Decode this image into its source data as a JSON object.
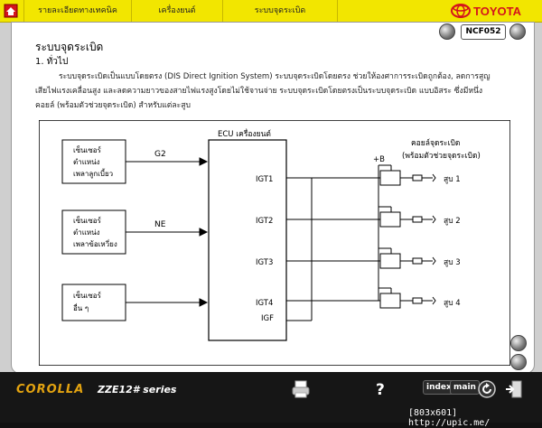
{
  "topbar": {
    "menu": [
      "รายละเอียดทางเทคนิค",
      "เครื่องยนต์",
      "ระบบจุดระเบิด",
      ""
    ],
    "logo_text": "TOYOTA"
  },
  "doc": {
    "code": "NCF052",
    "title": "ระบบจุดระเบิด",
    "section": "1.  ทั่วไป",
    "body": "ระบบจุดระเบิดเป็นแบบโดยตรง (DIS Direct Ignition System) ระบบจุดระเบิดโดยตรง ช่วยให้องศาการระเบิดถูกต้อง, ลดการสูญเสียไฟแรงเคลื่อนสูง และลดความยาวของสายไฟแรงสูงโดยไม่ใช้จานจ่าย ระบบจุดระเบิดโดยตรงเป็นระบบจุดระเบิด แบบอิสระ ซึ่งมีหนึ่งคอยล์ (พร้อมตัวช่วยจุดระเบิด) สำหรับแต่ละสูบ"
  },
  "diagram": {
    "sensors": [
      [
        "เซ็นเซอร์",
        "ตำแหน่ง",
        "เพลาลูกเบี้ยว"
      ],
      [
        "เซ็นเซอร์",
        "ตำแหน่ง",
        "เพลาข้อเหวี่ยง"
      ],
      [
        "เซ็นเซอร์",
        "อื่น ๆ"
      ]
    ],
    "signals": [
      "G2",
      "NE"
    ],
    "ecu_label": "ECU เครื่องยนต์",
    "ecu_ports": [
      "IGT1",
      "IGT2",
      "IGT3",
      "IGT4",
      "IGF"
    ],
    "plus_b": "+B",
    "coil_label": [
      "คอยล์จุดระเบิด",
      "(พร้อมตัวช่วยจุดระเบิด)"
    ],
    "cylinders": [
      "สูบ 1",
      "สูบ 2",
      "สูบ 3",
      "สูบ 4"
    ]
  },
  "footer": {
    "brand": "COROLLA",
    "series": "ZZE12# series",
    "index_label": "index",
    "main_label": "main",
    "watermark": "[803x601] http://upic.me/"
  },
  "colors": {
    "topbar": "#f2e600",
    "bottombar": "#161616",
    "brand": "#e3a310",
    "toyota_red": "#d4141c"
  },
  "icons": [
    "home-icon",
    "toyota-logo",
    "prev-page-icon",
    "next-page-icon",
    "scroll-up-icon",
    "scroll-down-icon",
    "print-icon",
    "help-icon",
    "back-icon",
    "exit-icon"
  ]
}
